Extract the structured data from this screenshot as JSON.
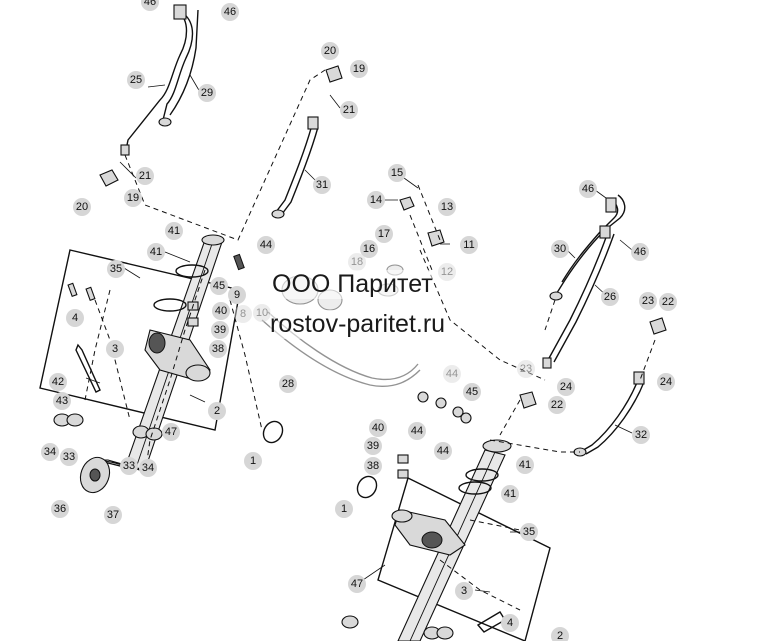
{
  "watermark": {
    "line1": "ООО Паритет",
    "line2": "rostov-paritet.ru"
  },
  "callouts": [
    {
      "id": "c46a",
      "label": "46"
    },
    {
      "id": "c46b",
      "label": "46"
    },
    {
      "id": "c25",
      "label": "25"
    },
    {
      "id": "c29",
      "label": "29"
    },
    {
      "id": "c21a",
      "label": "21"
    },
    {
      "id": "c20a",
      "label": "20"
    },
    {
      "id": "c19a",
      "label": "19"
    },
    {
      "id": "c20b",
      "label": "20"
    },
    {
      "id": "c19b",
      "label": "19"
    },
    {
      "id": "c21b",
      "label": "21"
    },
    {
      "id": "c31",
      "label": "31"
    },
    {
      "id": "c41a",
      "label": "41"
    },
    {
      "id": "c41b",
      "label": "41"
    },
    {
      "id": "c44a",
      "label": "44"
    },
    {
      "id": "c35a",
      "label": "35"
    },
    {
      "id": "c45a",
      "label": "45"
    },
    {
      "id": "c9",
      "label": "9"
    },
    {
      "id": "c40a",
      "label": "40"
    },
    {
      "id": "c39a",
      "label": "39"
    },
    {
      "id": "c38a",
      "label": "38"
    },
    {
      "id": "c4a",
      "label": "4"
    },
    {
      "id": "c3a",
      "label": "3"
    },
    {
      "id": "c42",
      "label": "42"
    },
    {
      "id": "c43",
      "label": "43"
    },
    {
      "id": "c2a",
      "label": "2"
    },
    {
      "id": "c47a",
      "label": "47"
    },
    {
      "id": "c34a",
      "label": "34"
    },
    {
      "id": "c33a",
      "label": "33"
    },
    {
      "id": "c33b",
      "label": "33"
    },
    {
      "id": "c34b",
      "label": "34"
    },
    {
      "id": "c1a",
      "label": "1"
    },
    {
      "id": "c36",
      "label": "36"
    },
    {
      "id": "c37",
      "label": "37"
    },
    {
      "id": "c8",
      "label": "8"
    },
    {
      "id": "c10",
      "label": "10"
    },
    {
      "id": "c28",
      "label": "28"
    },
    {
      "id": "c15",
      "label": "15"
    },
    {
      "id": "c14",
      "label": "14"
    },
    {
      "id": "c13",
      "label": "13"
    },
    {
      "id": "c11",
      "label": "11"
    },
    {
      "id": "c17",
      "label": "17"
    },
    {
      "id": "c16",
      "label": "16"
    },
    {
      "id": "c18",
      "label": "18"
    },
    {
      "id": "c12",
      "label": "12"
    },
    {
      "id": "c46c",
      "label": "46"
    },
    {
      "id": "c30",
      "label": "30"
    },
    {
      "id": "c46d",
      "label": "46"
    },
    {
      "id": "c26",
      "label": "26"
    },
    {
      "id": "c23a",
      "label": "23"
    },
    {
      "id": "c22a",
      "label": "22"
    },
    {
      "id": "c24a",
      "label": "24"
    },
    {
      "id": "c23b",
      "label": "23"
    },
    {
      "id": "c24b",
      "label": "24"
    },
    {
      "id": "c22b",
      "label": "22"
    },
    {
      "id": "c44b",
      "label": "44"
    },
    {
      "id": "c45b",
      "label": "45"
    },
    {
      "id": "c44c",
      "label": "44"
    },
    {
      "id": "c44d",
      "label": "44"
    },
    {
      "id": "c32",
      "label": "32"
    },
    {
      "id": "c40b",
      "label": "40"
    },
    {
      "id": "c39b",
      "label": "39"
    },
    {
      "id": "c38b",
      "label": "38"
    },
    {
      "id": "c41c",
      "label": "41"
    },
    {
      "id": "c41d",
      "label": "41"
    },
    {
      "id": "c1b",
      "label": "1"
    },
    {
      "id": "c35b",
      "label": "35"
    },
    {
      "id": "c47b",
      "label": "47"
    },
    {
      "id": "c3b",
      "label": "3"
    },
    {
      "id": "c4b",
      "label": "4"
    },
    {
      "id": "c2b",
      "label": "2"
    }
  ]
}
